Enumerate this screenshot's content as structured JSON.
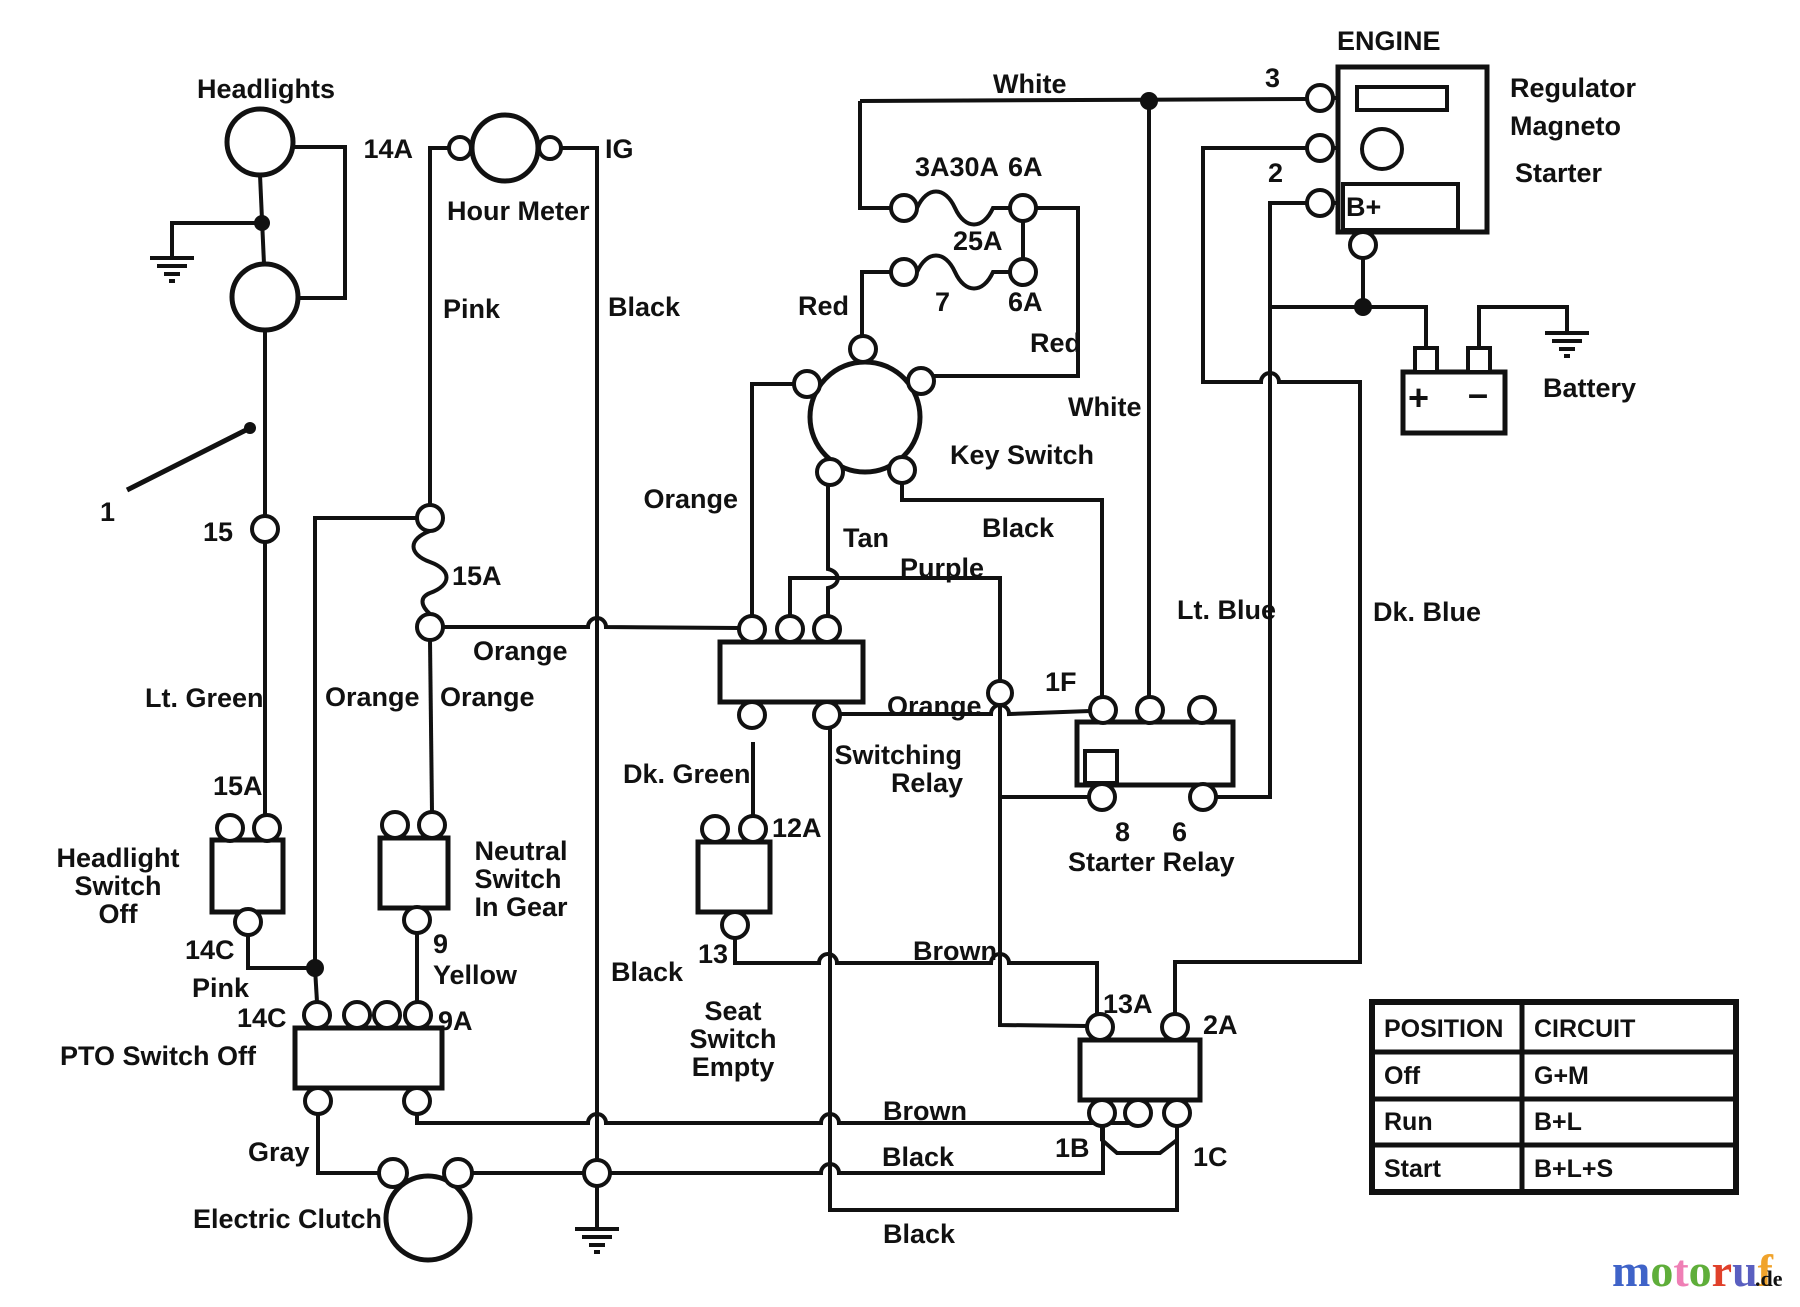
{
  "title": "Tractor electrical wiring diagram",
  "labels": {
    "headlights": "Headlights",
    "hm_14a": "14A",
    "hm_ig": "IG",
    "hour_meter": "Hour Meter",
    "hm_pink": "Pink",
    "hm_black": "Black",
    "white_top": "White",
    "fuse1_3a30a": "3A30A",
    "fuse1_6a": "6A",
    "fuse2_25a": "25A",
    "fuse2_7": "7",
    "fuse2_6a": "6A",
    "red_left": "Red",
    "red_right": "Red",
    "white_mid": "White",
    "key_switch": "Key Switch",
    "engine": "ENGINE",
    "regulator": "Regulator",
    "magneto": "Magneto",
    "starter": "Starter",
    "eng_3": "3",
    "eng_2": "2",
    "eng_bplus": "B+",
    "battery": "Battery",
    "bat_plus": "+",
    "bat_minus": "–",
    "orange_key": "Orange",
    "tan": "Tan",
    "key_black": "Black",
    "purple": "Purple",
    "lt_blue": "Lt. Blue",
    "dk_blue": "Dk. Blue",
    "pointer_1": "1",
    "term_15": "15",
    "fuse_15a": "15A",
    "orange_fuse_h": "Orange",
    "lt_green": "Lt. Green",
    "orange_left_v": "Orange",
    "orange_mid_v": "Orange",
    "orange_relay": "Orange",
    "switching_relay_line1": "Switching",
    "switching_relay_line2": "Relay",
    "dk_green": "Dk. Green",
    "term_1f": "1F",
    "sr_8": "8",
    "sr_6": "6",
    "starter_relay": "Starter Relay",
    "hs_15a": "15A",
    "headlight_switch_line1": "Headlight",
    "headlight_switch_line2": "Switch",
    "headlight_switch_line3": "Off",
    "hs_14c": "14C",
    "pink2": "Pink",
    "pto_14c": "14C",
    "neutral_9": "9",
    "yellow": "Yellow",
    "neutral_9a": "9A",
    "pto_switch": "PTO Switch Off",
    "neutral_line1": "Neutral",
    "neutral_line2": "Switch",
    "neutral_line3": "In Gear",
    "seat_12a": "12A",
    "seat_13": "13",
    "seat_line1": "Seat",
    "seat_line2": "Switch",
    "seat_line3": "Empty",
    "seat_black": "Black",
    "brown_top": "Brown",
    "brown_bottom": "Brown",
    "black_mid": "Black",
    "black_bottom": "Black",
    "conn_13a": "13A",
    "conn_2a": "2A",
    "conn_1b": "1B",
    "conn_1c": "1C",
    "gray": "Gray",
    "electric_clutch": "Electric Clutch"
  },
  "table": {
    "headers": [
      "POSITION",
      "CIRCUIT"
    ],
    "rows": [
      [
        "Off",
        "G+M"
      ],
      [
        "Run",
        "B+L"
      ],
      [
        "Start",
        "B+L+S"
      ]
    ]
  },
  "logo": {
    "letters": [
      {
        "ch": "m",
        "color": "#3f63c8"
      },
      {
        "ch": "o",
        "color": "#5fae3a"
      },
      {
        "ch": "t",
        "color": "#ef7fb5"
      },
      {
        "ch": "o",
        "color": "#5fae3a"
      },
      {
        "ch": "r",
        "color": "#e0402a"
      },
      {
        "ch": "u",
        "color": "#5a5fc0"
      },
      {
        "ch": "f",
        "color": "#f0a32c"
      }
    ],
    "suffix": ".de",
    "suffix_color": "#555555"
  },
  "colors": {
    "ink": "#111111",
    "background": "#ffffff"
  }
}
